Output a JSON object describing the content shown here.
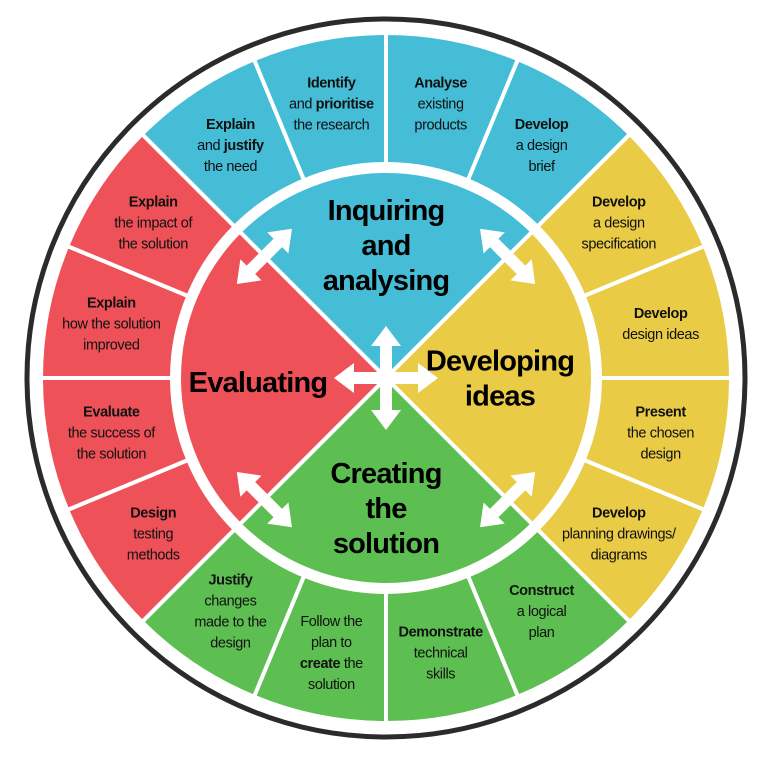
{
  "colors": {
    "inquiring": "#45bdd6",
    "developing": "#e9cb45",
    "creating": "#5dbf51",
    "evaluating": "#ef5159",
    "ring": "#2b2b2b",
    "divider": "#ffffff"
  },
  "quadrants": [
    {
      "key": "inquiring",
      "lines": [
        "Inquiring",
        "and",
        "analysing"
      ]
    },
    {
      "key": "developing",
      "lines": [
        "Developing",
        "ideas"
      ]
    },
    {
      "key": "creating",
      "lines": [
        "Creating",
        "the",
        "solution"
      ]
    },
    {
      "key": "evaluating",
      "lines": [
        "Evaluating"
      ]
    }
  ],
  "segments": [
    {
      "quadrant": "inquiring",
      "lines": [
        [
          [
            "Analyse",
            true
          ]
        ],
        [
          [
            "existing",
            false
          ]
        ],
        [
          [
            "products",
            false
          ]
        ]
      ]
    },
    {
      "quadrant": "inquiring",
      "lines": [
        [
          [
            "Develop",
            true
          ]
        ],
        [
          [
            "a design",
            false
          ]
        ],
        [
          [
            "brief",
            false
          ]
        ]
      ]
    },
    {
      "quadrant": "developing",
      "lines": [
        [
          [
            "Develop",
            true
          ]
        ],
        [
          [
            "a design",
            false
          ]
        ],
        [
          [
            "specification",
            false
          ]
        ]
      ]
    },
    {
      "quadrant": "developing",
      "lines": [
        [
          [
            "Develop",
            true
          ]
        ],
        [
          [
            "design ideas",
            false
          ]
        ]
      ]
    },
    {
      "quadrant": "developing",
      "lines": [
        [
          [
            "Present",
            true
          ]
        ],
        [
          [
            "the chosen",
            false
          ]
        ],
        [
          [
            "design",
            false
          ]
        ]
      ]
    },
    {
      "quadrant": "developing",
      "lines": [
        [
          [
            "Develop",
            true
          ]
        ],
        [
          [
            "planning drawings/",
            false
          ]
        ],
        [
          [
            "diagrams",
            false
          ]
        ]
      ]
    },
    {
      "quadrant": "creating",
      "lines": [
        [
          [
            "Construct",
            true
          ]
        ],
        [
          [
            "a logical",
            false
          ]
        ],
        [
          [
            "plan",
            false
          ]
        ]
      ]
    },
    {
      "quadrant": "creating",
      "lines": [
        [
          [
            "Demonstrate",
            true
          ]
        ],
        [
          [
            "technical",
            false
          ]
        ],
        [
          [
            "skills",
            false
          ]
        ]
      ]
    },
    {
      "quadrant": "creating",
      "lines": [
        [
          [
            "Follow the",
            false
          ]
        ],
        [
          [
            "plan to",
            false
          ]
        ],
        [
          [
            "create",
            true
          ],
          [
            " the",
            false
          ]
        ],
        [
          [
            "solution",
            false
          ]
        ]
      ]
    },
    {
      "quadrant": "creating",
      "lines": [
        [
          [
            "Justify",
            true
          ]
        ],
        [
          [
            "changes",
            false
          ]
        ],
        [
          [
            "made to the",
            false
          ]
        ],
        [
          [
            "design",
            false
          ]
        ]
      ]
    },
    {
      "quadrant": "evaluating",
      "lines": [
        [
          [
            "Design",
            true
          ]
        ],
        [
          [
            "testing",
            false
          ]
        ],
        [
          [
            "methods",
            false
          ]
        ]
      ]
    },
    {
      "quadrant": "evaluating",
      "lines": [
        [
          [
            "Evaluate",
            true
          ]
        ],
        [
          [
            "the success of",
            false
          ]
        ],
        [
          [
            "the solution",
            false
          ]
        ]
      ]
    },
    {
      "quadrant": "evaluating",
      "lines": [
        [
          [
            "Explain",
            true
          ]
        ],
        [
          [
            "how the solution",
            false
          ]
        ],
        [
          [
            "improved",
            false
          ]
        ]
      ]
    },
    {
      "quadrant": "evaluating",
      "lines": [
        [
          [
            "Explain",
            true
          ]
        ],
        [
          [
            "the impact of",
            false
          ]
        ],
        [
          [
            "the solution",
            false
          ]
        ]
      ]
    },
    {
      "quadrant": "inquiring",
      "lines": [
        [
          [
            "Explain",
            true
          ]
        ],
        [
          [
            "and ",
            false
          ],
          [
            "justify",
            true
          ]
        ],
        [
          [
            "the need",
            false
          ]
        ]
      ]
    },
    {
      "quadrant": "inquiring",
      "lines": [
        [
          [
            "Identify",
            true
          ]
        ],
        [
          [
            "and ",
            false
          ],
          [
            "prioritise",
            true
          ]
        ],
        [
          [
            "the research",
            false
          ]
        ]
      ]
    }
  ]
}
